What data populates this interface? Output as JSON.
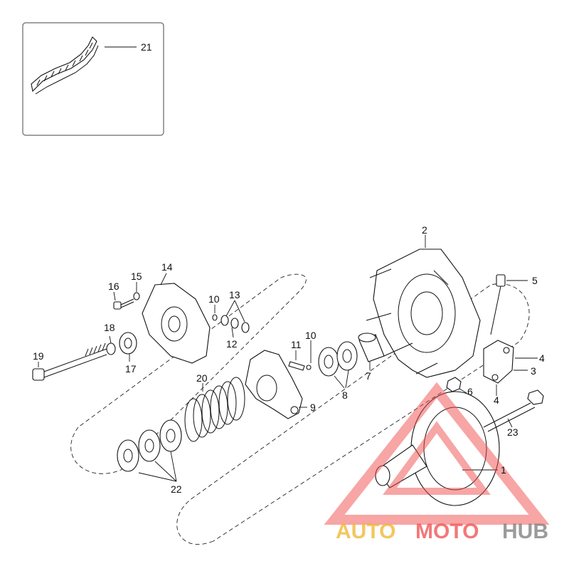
{
  "labels": {
    "p1": "1",
    "p2": "2",
    "p3": "3",
    "p4a": "4",
    "p4b": "4",
    "p5": "5",
    "p6": "6",
    "p7": "7",
    "p8": "8",
    "p9": "9",
    "p10a": "10",
    "p10b": "10",
    "p11": "11",
    "p12": "12",
    "p13": "13",
    "p14": "14",
    "p15": "15",
    "p16": "16",
    "p17": "17",
    "p18": "18",
    "p19": "19",
    "p20": "20",
    "p21": "21",
    "p22": "22",
    "p23": "23"
  },
  "watermark": {
    "word1": "AUTO",
    "word2": "MOTO",
    "word3": "HUB",
    "colors": {
      "auto": "#f0b429",
      "moto": "#ef4b4b",
      "hub": "#7a7a7a",
      "triangle": "#ef4b4b"
    }
  }
}
